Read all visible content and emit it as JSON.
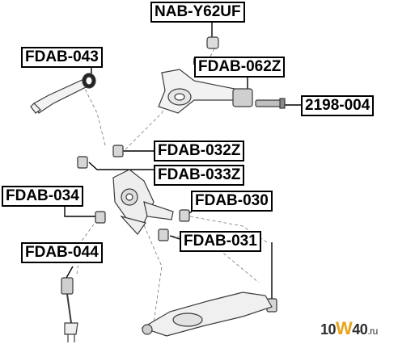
{
  "labels": {
    "nab_y62uf": "NAB-Y62UF",
    "fdab_043": "FDAB-043",
    "fdab_062z": "FDAB-062Z",
    "code_2198_004": "2198-004",
    "fdab_032z": "FDAB-032Z",
    "fdab_033z": "FDAB-033Z",
    "fdab_034": "FDAB-034",
    "fdab_030": "FDAB-030",
    "fdab_031": "FDAB-031",
    "fdab_044": "FDAB-044"
  },
  "watermark": {
    "part1": "10",
    "part2": "W",
    "part3": "40",
    "part4": ".ru"
  },
  "colors": {
    "line": "#000000",
    "part_fill": "#f2f2f2",
    "part_stroke": "#3a3a3a",
    "watermark_accent": "#e8a317"
  }
}
